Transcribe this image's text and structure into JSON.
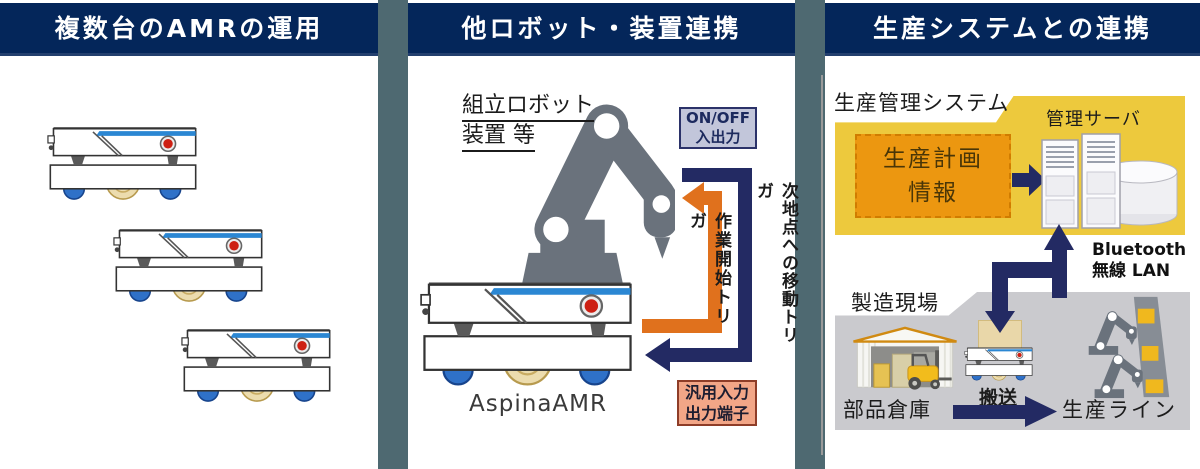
{
  "colors": {
    "header_bg": "#04265a",
    "divider": "#4e6971",
    "navy_arrow": "#232a63",
    "orange_arrow": "#e0711d",
    "yellow_area": "#edc93d",
    "plan_box_orange": "#ec9710",
    "gray_area": "#cacace",
    "onoff_box_bg": "#c2c6da",
    "terminal_box_bg": "#f2a687",
    "amr_stripe_blue": "#2b87d3",
    "robot_gray": "#6a727c"
  },
  "panel_multi_amr": {
    "title": "複数台のAMRの運用"
  },
  "panel_robot_link": {
    "title": "他ロボット・装置連携",
    "equipment_label_line1": "組立ロボット",
    "equipment_label_line2": "装置 等",
    "onoff_box_line1": "ON/OFF",
    "onoff_box_line2": "入出力",
    "work_start_trigger": "作業開始トリガ",
    "next_point_trigger": "次地点への移動トリガ",
    "terminal_box_line1": "汎用入力",
    "terminal_box_line2": "出力端子",
    "amr_name": "AspinaAMR"
  },
  "panel_production_link": {
    "title": "生産システムとの連携",
    "mgmt_system_label": "生産管理システム",
    "plan_box_line1": "生産計画",
    "plan_box_line2": "情報",
    "server_label": "管理サーバ",
    "network_line1": "Bluetooth",
    "network_line2": "無線 LAN",
    "factory_label": "製造現場",
    "warehouse_label": "部品倉庫",
    "transport_label": "搬送",
    "line_label": "生産ライン"
  },
  "icons": {
    "amr-icon": "side-view AMR mobile robot illustration",
    "robot-arm-icon": "articulated assembly robot arm",
    "server-icon": "two server towers with database cylinder",
    "warehouse-icon": "warehouse building with forklift",
    "transport-amr-icon": "AMR carrying a box",
    "production-line-icon": "robot arms on production line",
    "work-start-arrow": "orange left arrow path",
    "move-trigger-arrow": "navy left arrow path",
    "plan-to-server-arrow": "navy right arrow",
    "server-site-arrow": "navy stepped double arrow",
    "transport-arrow": "navy right arrow"
  }
}
